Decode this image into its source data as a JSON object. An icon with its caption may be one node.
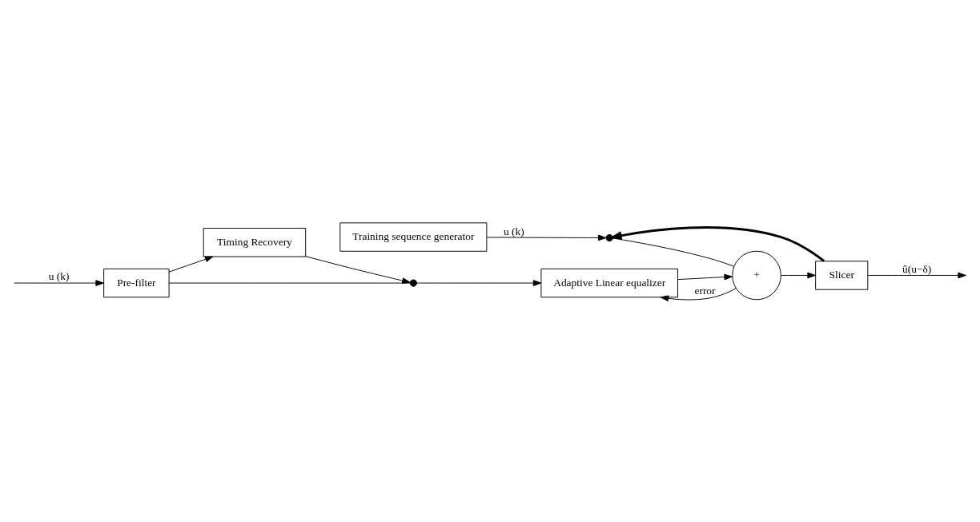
{
  "diagram": {
    "nodes": [
      {
        "text": [
          "Pre-filter"
        ]
      },
      {
        "text": [
          "Timing Recovery"
        ]
      },
      {
        "text": [
          "Adaptive Linear equalizer"
        ]
      },
      {
        "text": [
          "Training sequence generator"
        ]
      },
      {
        "text": [
          "Slicer"
        ]
      },
      {
        "text": [
          "+"
        ]
      },
      {
        "text": [],
        "shape": "switch"
      },
      {
        "text": [],
        "shape": "switch"
      }
    ],
    "edges": [
      {
        "from": null,
        "to": 0,
        "arrow": "to",
        "label": "u (k)"
      },
      {
        "from": 0,
        "to": 6,
        "arrow": "none"
      },
      {
        "from": 0,
        "to": 1,
        "arrow": "to"
      },
      {
        "from": 1,
        "to": 6,
        "arrow": "to"
      },
      {
        "from": 6,
        "to": 2,
        "arrow": "to"
      },
      {
        "from": 2,
        "to": 5,
        "arrow": "to"
      },
      {
        "from": 3,
        "to": 7,
        "arrow": "to",
        "label": "u (k)"
      },
      {
        "from": 7,
        "to": 5,
        "arrow": "none"
      },
      {
        "from": 5,
        "to": 4,
        "arrow": "to"
      },
      {
        "from": 4,
        "to": null,
        "arrow": "to",
        "label": "û(u−δ)"
      },
      {
        "from": 4,
        "to": 7,
        "arrow": "to",
        "style": "thick"
      },
      {
        "from": 5,
        "to": 2,
        "arrow": "to",
        "label": "error"
      }
    ]
  }
}
